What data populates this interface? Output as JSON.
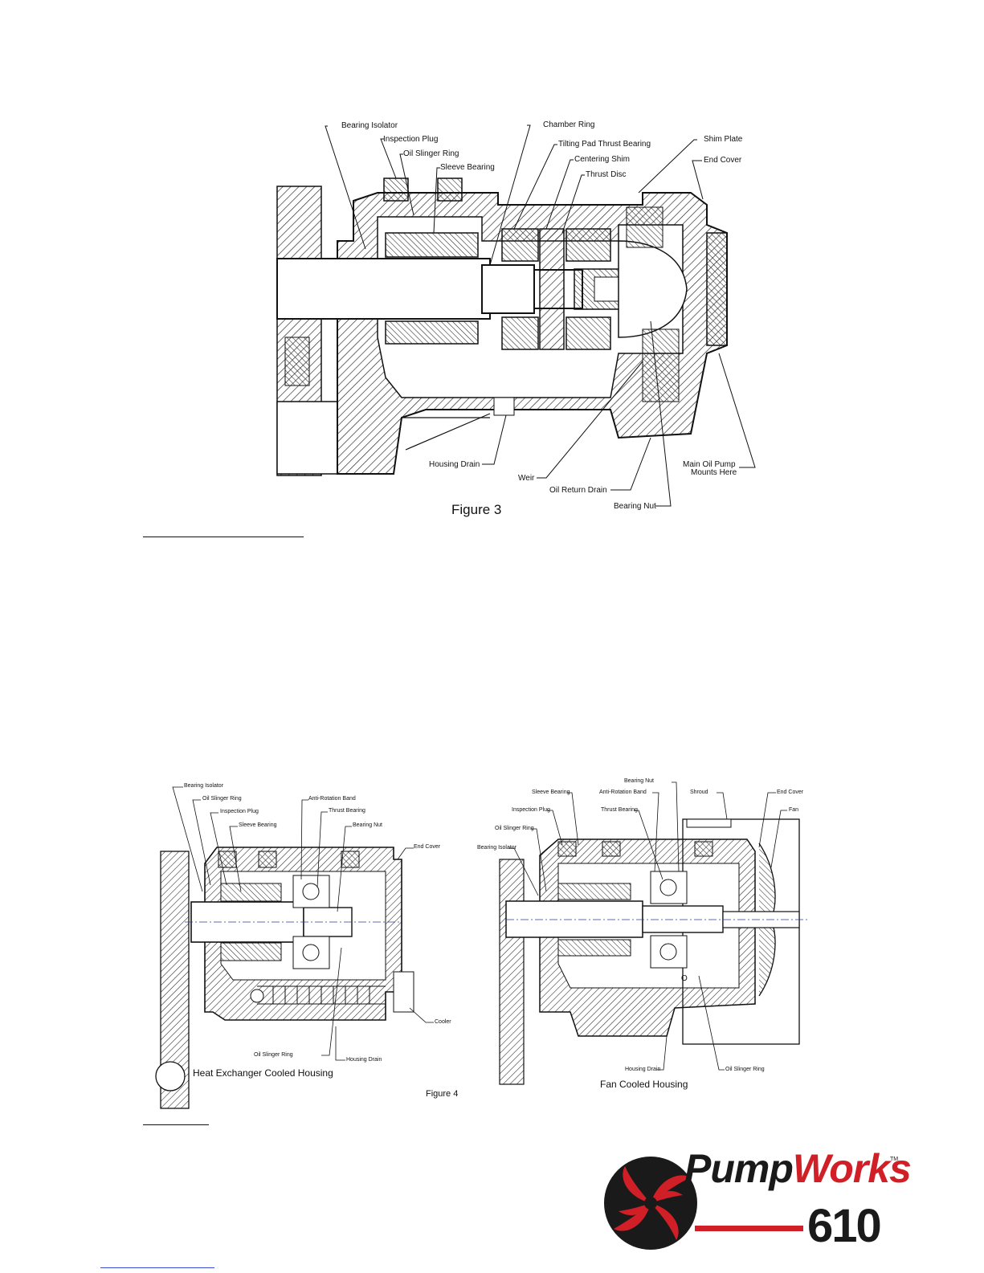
{
  "figure3": {
    "caption": "Figure 3",
    "labels": {
      "bearing_isolator": "Bearing Isolator",
      "inspection_plug": "Inspection Plug",
      "oil_slinger_ring": "Oil Slinger Ring",
      "sleeve_bearing": "Sleeve Bearing",
      "chamber_ring": "Chamber Ring",
      "tilting_pad_thrust_bearing": "Tilting Pad Thrust Bearing",
      "centering_shim": "Centering Shim",
      "thrust_disc": "Thrust Disc",
      "shim_plate": "Shim Plate",
      "end_cover": "End Cover",
      "housing_drain": "Housing Drain",
      "weir": "Weir",
      "oil_return_drain": "Oil Return Drain",
      "bearing_nut": "Bearing Nut",
      "main_oil_pump_1": "Main Oil Pump",
      "main_oil_pump_2": "Mounts Here"
    }
  },
  "figure4": {
    "caption": "Figure 4",
    "left": {
      "caption": "Heat Exchanger Cooled Housing",
      "labels": {
        "bearing_isolator": "Bearing Isolator",
        "oil_slinger_ring": "Oil Slinger Ring",
        "inspection_plug": "Inspection Plug",
        "sleeve_bearing": "Sleeve Bearing",
        "anti_rotation_band": "Anti-Rotation Band",
        "thrust_bearing": "Thrust Bearing",
        "bearing_nut": "Bearing Nut",
        "end_cover": "End Cover",
        "cooler": "Cooler",
        "oil_slinger_ring_bottom": "Oil Slinger Ring",
        "housing_drain": "Housing Drain"
      }
    },
    "right": {
      "caption": "Fan Cooled Housing",
      "labels": {
        "bearing_nut": "Bearing Nut",
        "sleeve_bearing": "Sleeve Bearing",
        "anti_rotation_band": "Anti-Rotation Band",
        "shroud": "Shroud",
        "end_cover": "End Cover",
        "inspection_plug": "Inspection Plug",
        "thrust_bearing": "Thrust Bearing",
        "fan": "Fan",
        "oil_slinger_ring": "Oil Slinger Ring",
        "bearing_isolator": "Bearing Isolator",
        "housing_drain": "Housing Drain",
        "oil_slinger_ring_bottom": "Oil Slinger Ring",
        "center_mark": "O"
      }
    }
  },
  "logo": {
    "word_a": "Pump",
    "word_b": "Works",
    "number": "610",
    "tm": "TM"
  },
  "colors": {
    "ink": "#111111",
    "brand_red": "#d01f26",
    "brand_dark": "#1a1a1a",
    "centerline": "#2c3b9c"
  }
}
